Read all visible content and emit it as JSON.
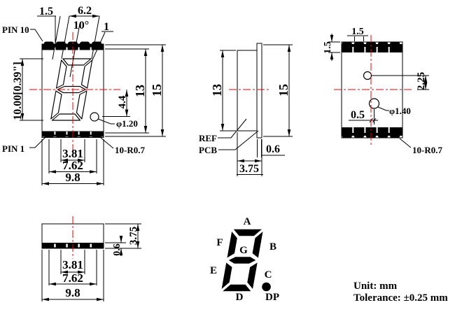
{
  "front": {
    "pin10": "PIN 10",
    "pin1": "PIN 1",
    "dim_1_5": "1.5",
    "dim_6_2": "6.2",
    "dim_angle": "10°",
    "dim_1": "1",
    "dim_height": "10.00[0.39\"]",
    "dim_13": "13",
    "dim_15": "15",
    "dim_4_4": "4.4",
    "dim_dp_dia": "φ1.20",
    "dim_radius": "10-R0.7",
    "dim_3_81": "3.81",
    "dim_7_62": "7.62",
    "dim_9_8": "9.8"
  },
  "side": {
    "dim_13": "13",
    "dim_15": "15",
    "ref": "REF",
    "pcb": "PCB",
    "dim_0_6": "0.6",
    "dim_3_75": "3.75"
  },
  "back": {
    "dim_1_5_top": "1.5",
    "dim_1_5_side": "1.5",
    "dim_2_25": "2.25",
    "dim_0_5": "0.5",
    "dim_hole_dia": "φ1.40",
    "dim_radius": "10-R0.7"
  },
  "top": {
    "dim_0_6": "0.6",
    "dim_3_75": "3.75",
    "dim_3_81": "3.81",
    "dim_7_62": "7.62",
    "dim_9_8": "9.8"
  },
  "seg": {
    "a": "A",
    "b": "B",
    "c": "C",
    "d": "D",
    "e": "E",
    "f": "F",
    "g": "G",
    "dp": "DP"
  },
  "notes": {
    "unit": "Unit: mm",
    "tolerance": "Tolerance: ±0.25 mm"
  },
  "colors": {
    "line": "#000000",
    "centerline": "#f00000",
    "background": "#ffffff"
  }
}
